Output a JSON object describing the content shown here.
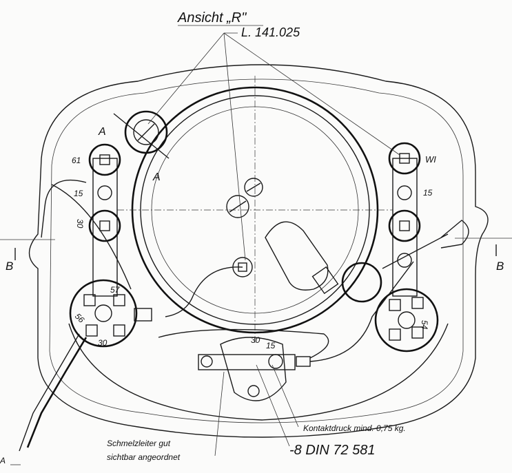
{
  "title": "Ansicht „R\"",
  "part_ref": "L. 141.025",
  "section_a": [
    "A",
    "A"
  ],
  "section_b": [
    "B",
    "B"
  ],
  "left_terminals": {
    "top": "61",
    "middle": "15",
    "bottom": "30"
  },
  "right_terminals": {
    "top": "WI",
    "middle": "15"
  },
  "left_connector": {
    "a": "57",
    "b": "56",
    "c": "30"
  },
  "right_connector": {
    "a": "54"
  },
  "fuse_block": {
    "a": "30",
    "b": "15"
  },
  "notes": {
    "contact": "Kontaktdruck mind. 0,75 kg.",
    "din": "-8 DIN 72 581",
    "fuse_line1": "Schmelzleiter gut",
    "fuse_line2": "sichtbar angeordnet"
  },
  "corner_label": "A"
}
